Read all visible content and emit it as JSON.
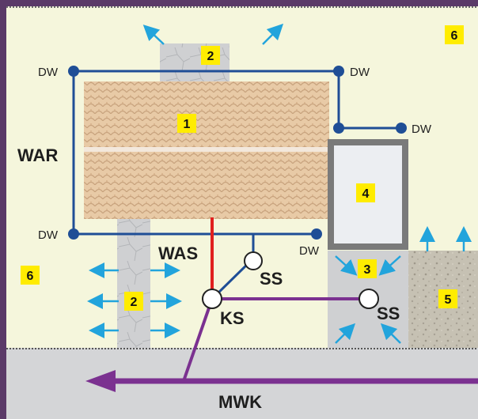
{
  "labels": {
    "war": "WAR",
    "was": "WAS",
    "ks": "KS",
    "ss_left": "SS",
    "ss_right": "SS",
    "mwk": "MWK",
    "dw_top_left": "DW",
    "dw_top_right": "DW",
    "dw_right_mid": "DW",
    "dw_bottom_left": "DW",
    "dw_bottom_right": "DW"
  },
  "areas": {
    "roof": "1",
    "path_top": "2",
    "path_left": "2",
    "shaft": "3",
    "box": "4",
    "gravel": "5",
    "garden_right": "6",
    "garden_left": "6"
  },
  "colors": {
    "border": "#5b3a68",
    "garden": "#f5f6dc",
    "street": "#d4d5d7",
    "pipe_blue": "#1f4e96",
    "pipe_red": "#e0201e",
    "pipe_purple": "#7b3190",
    "arrow_cyan": "#22a4dc",
    "badge": "#ffec00"
  }
}
